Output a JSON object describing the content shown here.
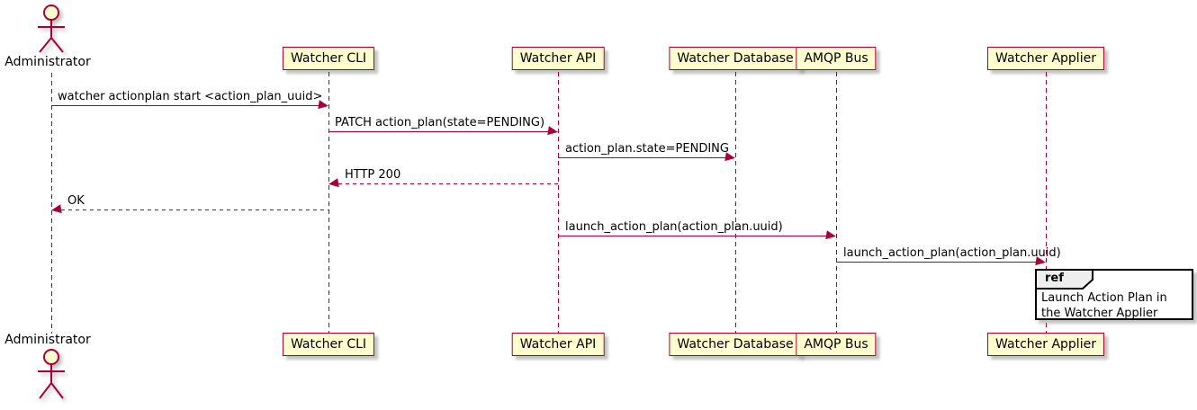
{
  "diagram": {
    "type": "sequence",
    "participants": [
      {
        "name": "Administrator",
        "kind": "actor"
      },
      {
        "name": "Watcher CLI",
        "kind": "participant"
      },
      {
        "name": "Watcher API",
        "kind": "participant"
      },
      {
        "name": "Watcher Database",
        "kind": "participant"
      },
      {
        "name": "AMQP Bus",
        "kind": "participant"
      },
      {
        "name": "Watcher Applier",
        "kind": "participant"
      }
    ],
    "messages": [
      {
        "from": "Administrator",
        "to": "Watcher CLI",
        "text": "watcher actionplan start <action_plan_uuid>",
        "line": "solid"
      },
      {
        "from": "Watcher CLI",
        "to": "Watcher API",
        "text": "PATCH action_plan(state=PENDING)",
        "line": "solid"
      },
      {
        "from": "Watcher API",
        "to": "Watcher Database",
        "text": "action_plan.state=PENDING",
        "line": "solid"
      },
      {
        "from": "Watcher API",
        "to": "Watcher CLI",
        "text": "HTTP 200",
        "line": "dashed"
      },
      {
        "from": "Watcher CLI",
        "to": "Administrator",
        "text": "OK",
        "line": "dashed"
      },
      {
        "from": "Watcher API",
        "to": "AMQP Bus",
        "text": "launch_action_plan(action_plan.uuid)",
        "line": "solid"
      },
      {
        "from": "AMQP Bus",
        "to": "Watcher Applier",
        "text": "launch_action_plan(action_plan.uuid)",
        "line": "solid"
      }
    ],
    "ref": {
      "keyword": "ref",
      "over": "Watcher Applier",
      "text": "Launch Action Plan in the Watcher Applier"
    },
    "colors": {
      "participant_fill": "#FEFECE",
      "participant_border": "#A80036",
      "arrow": "#A80036",
      "lifeline": "#A80036",
      "ref_border": "#000000",
      "ref_header_fill": "#EEEEEE",
      "text": "#000000"
    }
  }
}
